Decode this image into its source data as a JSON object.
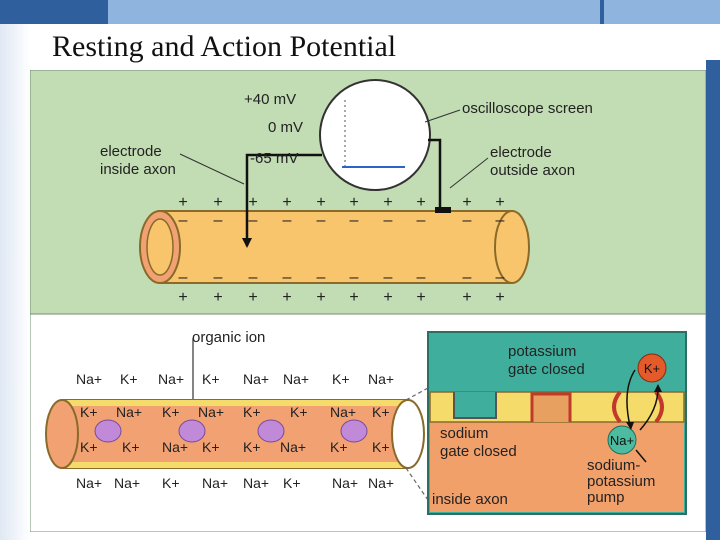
{
  "slide": {
    "title": "Resting and Action Potential"
  },
  "top_diagram": {
    "labels": {
      "plus40": "+40 mV",
      "zero": "0 mV",
      "minus65": "-65 mV",
      "electrode_inside": [
        "electrode",
        "inside axon"
      ],
      "oscilloscope": "oscilloscope screen",
      "electrode_outside": [
        "electrode",
        "outside axon"
      ]
    },
    "plus_sign": "+",
    "minus_sign": "–"
  },
  "bottom_diagram": {
    "organic_ion": "organic ion",
    "outer_top_row": [
      "Na+",
      "K+",
      "Na+",
      "K+",
      "Na+",
      "Na+",
      "K+",
      "Na+"
    ],
    "inner_row1": [
      "K+",
      "Na+",
      "K+",
      "Na+",
      "K+",
      "K+",
      "Na+",
      "K+"
    ],
    "inner_row2": [
      "K+",
      "K+",
      "Na+",
      "K+",
      "K+",
      "Na+",
      "K+",
      "K+"
    ],
    "outer_bottom_row": [
      "Na+",
      "Na+",
      "K+",
      "Na+",
      "Na+",
      "K+",
      "Na+",
      "Na+"
    ]
  },
  "inset": {
    "potassium_gate": [
      "potassium",
      "gate closed"
    ],
    "sodium_gate": [
      "sodium",
      "gate closed"
    ],
    "inside_axon": "inside axon",
    "pump": [
      "sodium-",
      "potassium",
      "pump"
    ],
    "k_ion": "K+",
    "na_ion": "Na+"
  },
  "colors": {
    "top_bg": "#c2dcb4",
    "bottom_bg": "#ffffff",
    "axon_fill": "#f8c56c",
    "axon_stroke": "#8a6a2a",
    "axon_end": "#f2a272",
    "inset_bg": "#3fae9c",
    "inside_orange": "#f2a06a",
    "membrane_yellow": "#f5dc6a",
    "organic_ion": "#c08ad8",
    "k_ion": "#e45a2a",
    "na_ion": "#4dbba0",
    "label": "#222222"
  }
}
